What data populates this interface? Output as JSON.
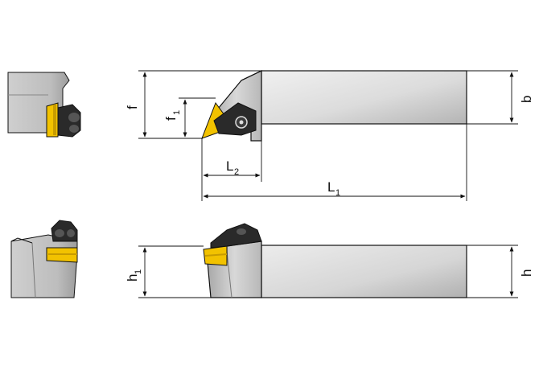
{
  "dimensions": {
    "f": "f",
    "f1_base": "f",
    "f1_sub": "1",
    "b": "b",
    "L2_base": "L",
    "L2_sub": "2",
    "L1_base": "L",
    "L1_sub": "1",
    "h1_base": "h",
    "h1_sub": "1",
    "h": "h"
  },
  "colors": {
    "insert": "#f2c200",
    "body_light": "#e6e6e6",
    "body_mid": "#c8c8c8",
    "body_dark": "#9a9a9a",
    "clamp": "#2a2a2a",
    "line": "#111111"
  }
}
